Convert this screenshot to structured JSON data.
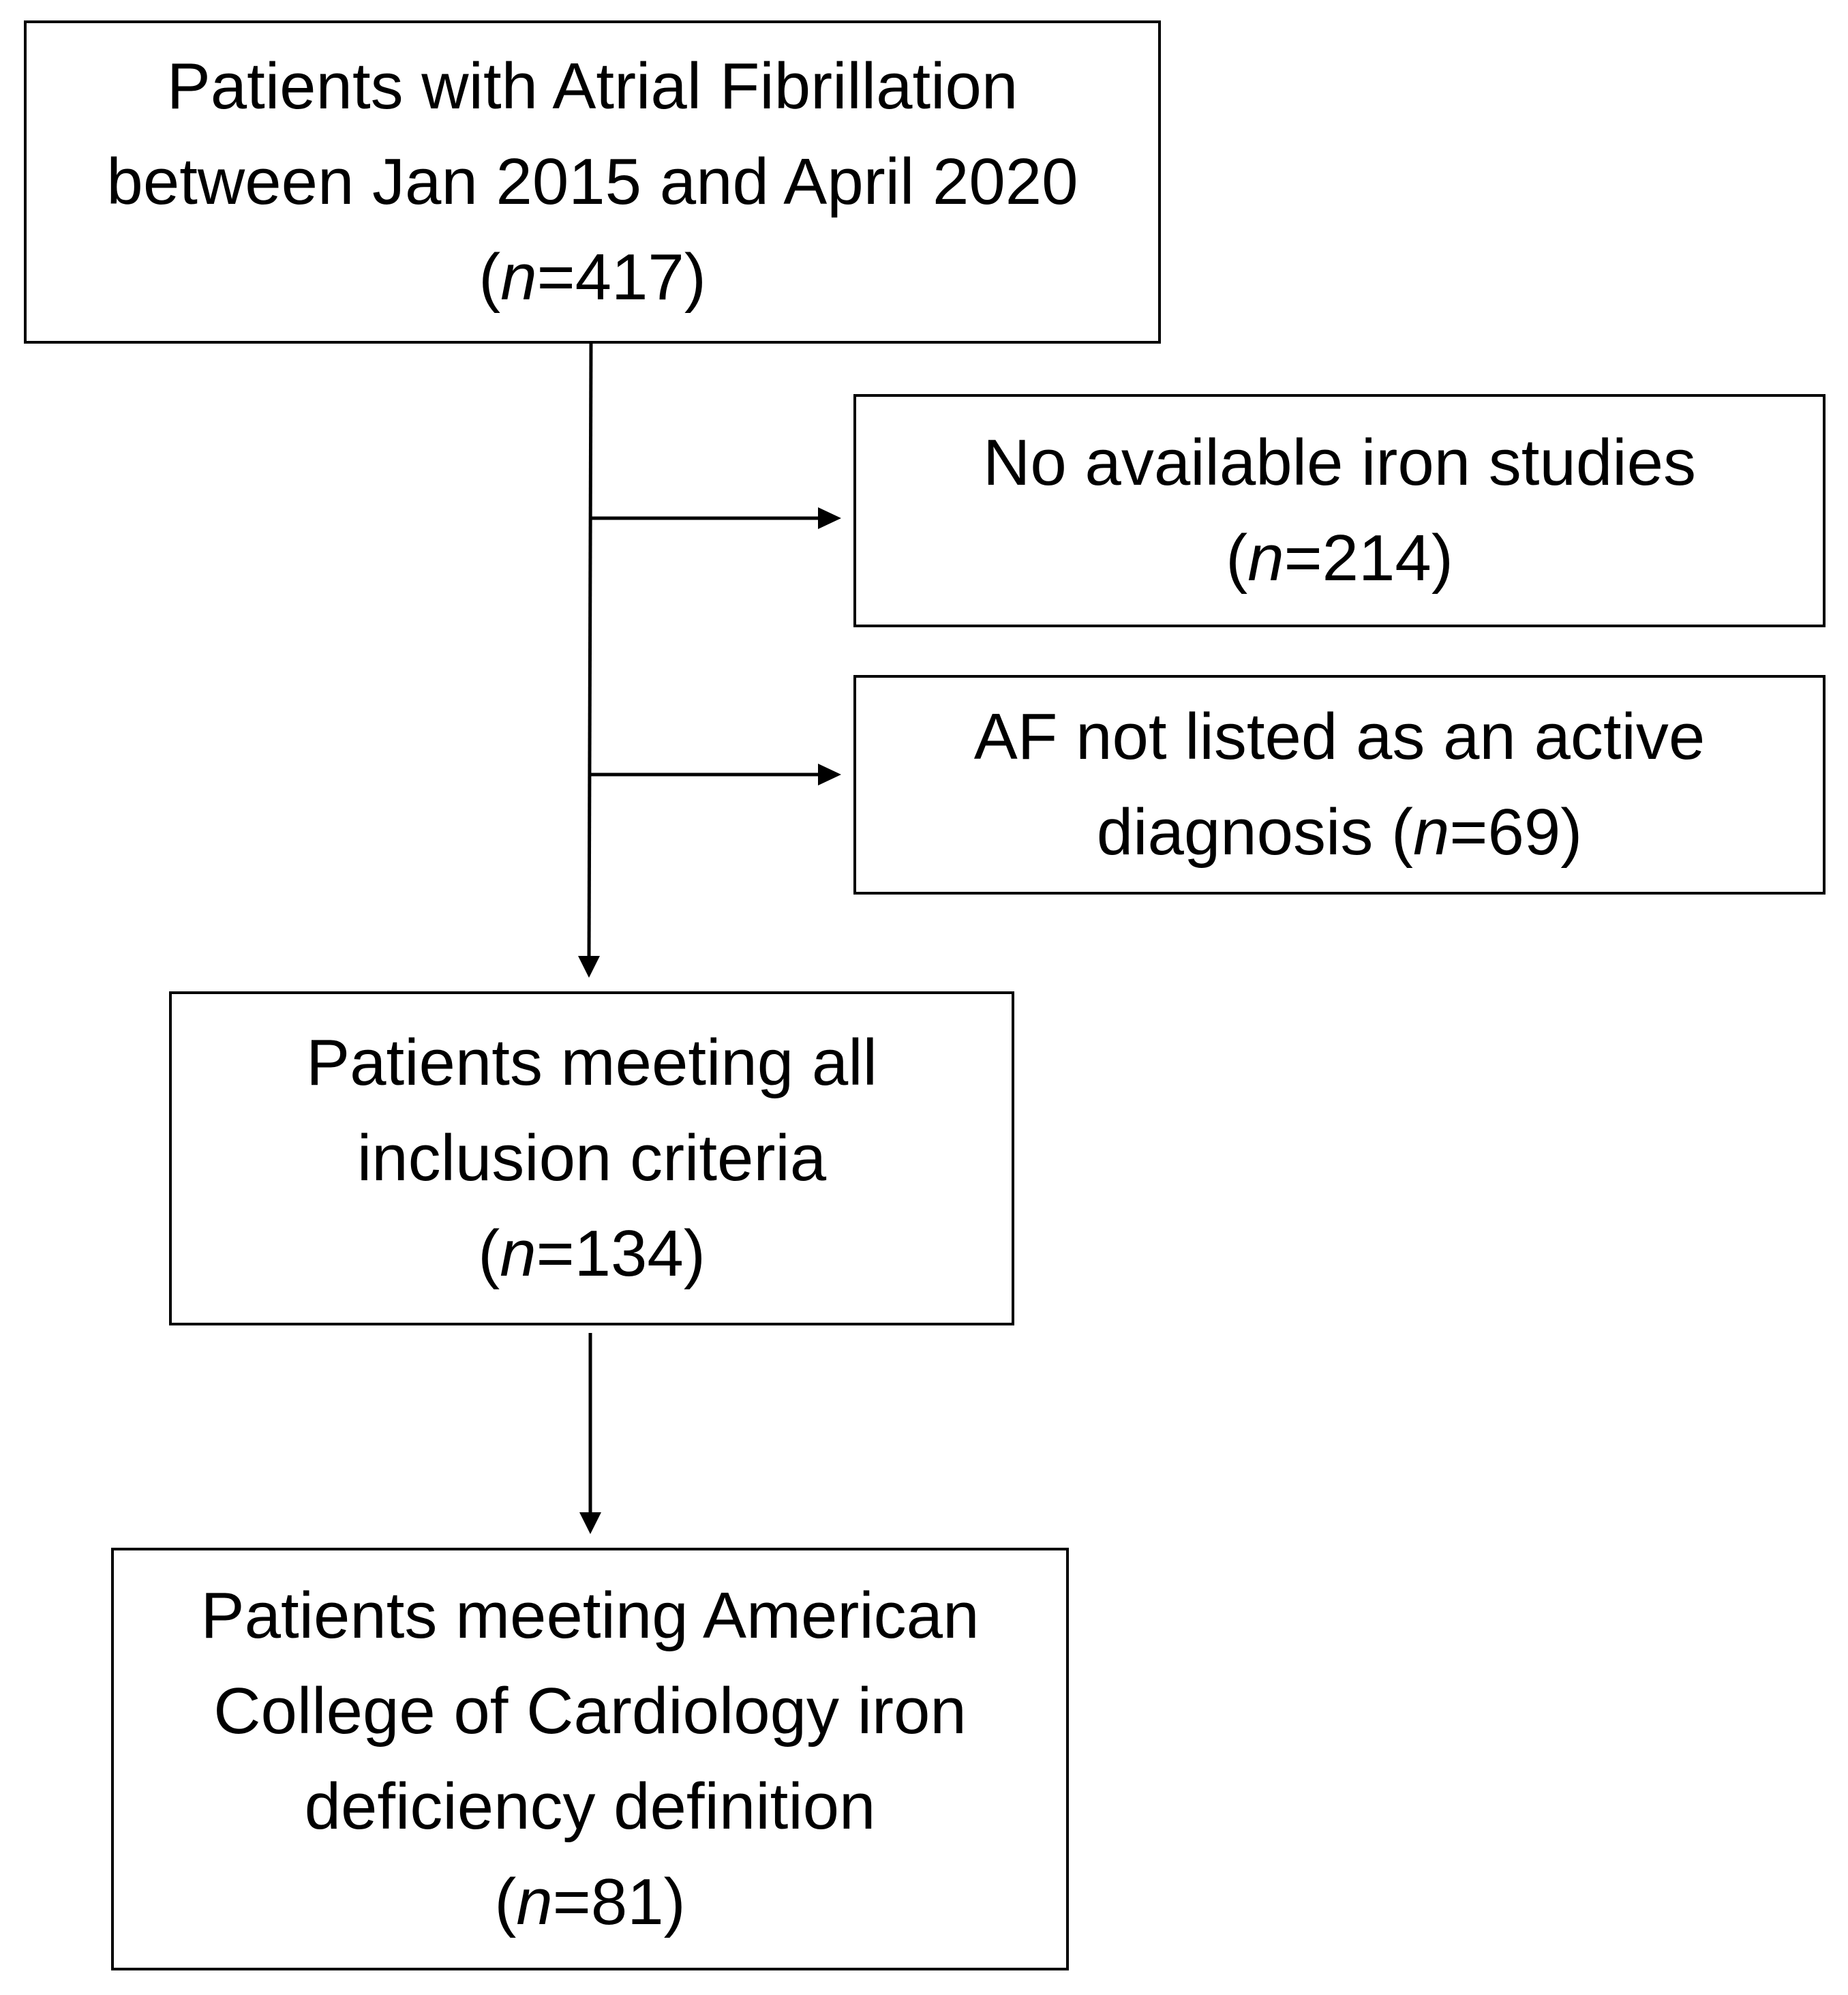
{
  "flowchart": {
    "total": {
      "lines": [
        "Patients with Atrial Fibrillation",
        "between Jan 2015 and April 2020"
      ],
      "count": {
        "open": "(",
        "var": "n",
        "eq": "=417)"
      }
    },
    "exclusion_no_iron": {
      "lines": [
        "No available iron studies"
      ],
      "count": {
        "open": "(",
        "var": "n",
        "eq": "=214)"
      }
    },
    "exclusion_af_not_active": {
      "lines": [
        "AF not listed as an active"
      ],
      "count": {
        "open": "diagnosis (",
        "var": "n",
        "eq": "=69)"
      }
    },
    "included": {
      "lines": [
        "Patients meeting all",
        "inclusion criteria"
      ],
      "count": {
        "open": "(",
        "var": "n",
        "eq": "=134)"
      }
    },
    "acc_iron_deficiency": {
      "lines": [
        "Patients meeting American",
        "College of Cardiology iron",
        "deficiency definition"
      ],
      "count": {
        "open": "(",
        "var": "n",
        "eq": "=81)"
      }
    }
  }
}
